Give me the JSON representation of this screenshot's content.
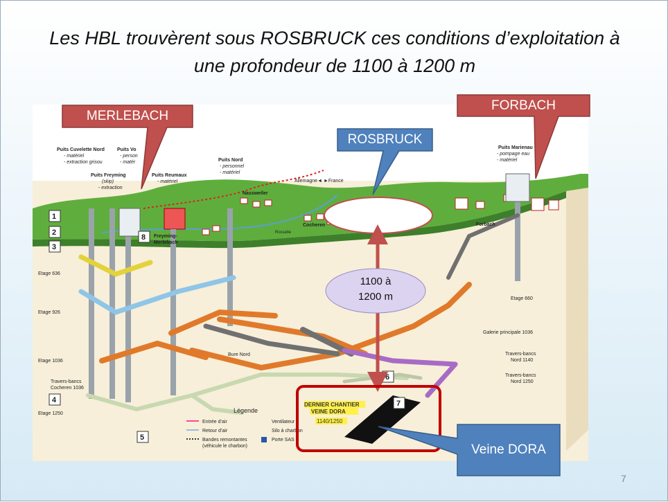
{
  "slide": {
    "title_line1": "Les HBL trouvèrent sous ROSBRUCK ces conditions d’exploitation à",
    "title_line2": "une profondeur de 1100 à 1200 m",
    "page_number": "7"
  },
  "callouts": {
    "merlebach": "MERLEBACH",
    "forbach": "FORBACH",
    "rosbruck": "ROSBRUCK",
    "depth_line1": "1100 à",
    "depth_line2": "1200 m",
    "veine_dora": "Veine DORA"
  },
  "colors": {
    "red_callout": "#c0504d",
    "blue_callout": "#4f81bd",
    "frame_red": "#c00000",
    "arrow_red": "#c0504d",
    "oval_fill": "#dcd3f0"
  },
  "diagram": {
    "puits_cuvelette": "Puits Cuvelette Nord",
    "puits_cuvelette_sub1": "- matériel",
    "puits_cuvelette_sub2": "- extraction grisou",
    "puits_vo": "Puits Vo",
    "puits_vo_sub1": "- person",
    "puits_vo_sub2": "- matér",
    "puits_freyming": "Puits Freyming",
    "puits_freyming_sub1": "(skip)",
    "puits_freyming_sub2": "- extraction",
    "puits_reumaux": "Puits Reumaux",
    "puits_reumaux_sub": "- matériel",
    "puits_nord": "Puits Nord",
    "puits_nord_sub1": "- personnel",
    "puits_nord_sub2": "- matériel",
    "puits_marienau": "Puits Marienau",
    "puits_marienau_sub1": "- pompage eau",
    "puits_marienau_sub2": "- matériel",
    "allemagne_france": "Allemagne◄ ►France",
    "nassweiler": "Nassweiler",
    "cocheren": "Cocheren",
    "forbach_town": "Forbach",
    "freyming": "Freyming-",
    "merlebach_town": "Merlebach",
    "rosselle": "Rosselle",
    "etage636": "Etage 636",
    "etage926": "Etage 926",
    "etage1036": "Etage 1036",
    "travers_cocheren1": "Travers-bancs",
    "travers_cocheren2": "Cocheren 1036",
    "etage1250": "Etage 1250",
    "etage660": "Etage 660",
    "galerie": "Galerie principale 1036",
    "tb1140_1": "Travers-bancs",
    "tb1140_2": "Nord 1140",
    "tb1250_1": "Travers-bancs",
    "tb1250_2": "Nord 1250",
    "bure_nord": "Bure Nord",
    "legende": "Légende",
    "leg_entree": "Entrée d’air",
    "leg_retour": "Retour d’air",
    "leg_bandes1": "Bandes remontantes",
    "leg_bandes2": "(véhicule le charbon)",
    "leg_vent": "Ventilateur",
    "leg_silo": "Silo à charbon",
    "leg_porte": "Porte SAS",
    "dernier1": "DERNIER CHANTIER",
    "dernier2": "VEINE DORA",
    "dernier3": "1140/1250",
    "n1": "1",
    "n2": "2",
    "n3": "3",
    "n4": "4",
    "n5": "5",
    "n6": "6",
    "n7": "7",
    "n8": "8"
  }
}
